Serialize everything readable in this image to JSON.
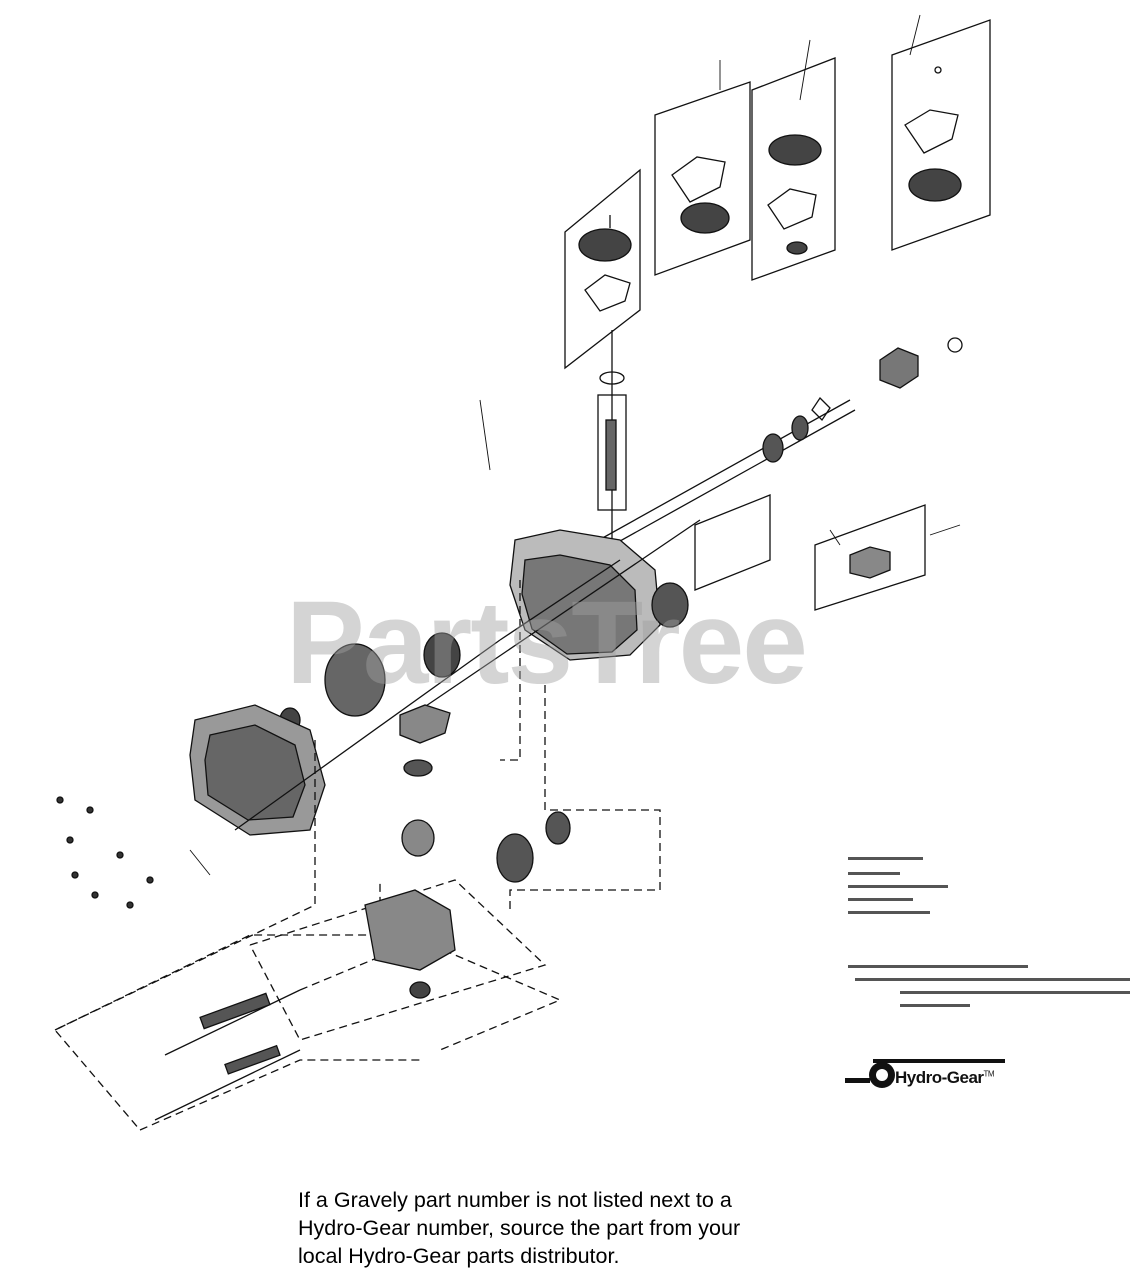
{
  "watermark": "PartsTree",
  "logo": {
    "brand": "Hydro-Gear",
    "mark": "TM"
  },
  "footer_note": {
    "lines": [
      "If a Gravely part number is not listed next to a",
      "Hydro-Gear number, source the part from your",
      "local Hydro-Gear parts distributor."
    ]
  },
  "colors": {
    "ink": "#111111",
    "paper": "#ffffff",
    "watermark": "#a0a0a0"
  }
}
